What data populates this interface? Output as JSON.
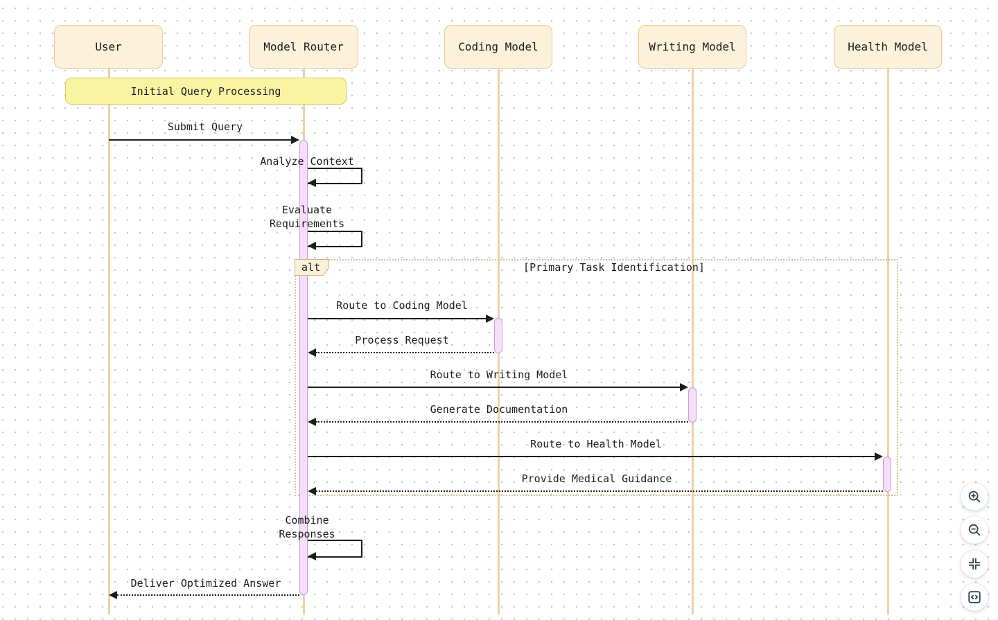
{
  "diagram": {
    "participants": [
      {
        "name": "User"
      },
      {
        "name": "Model Router"
      },
      {
        "name": "Coding Model"
      },
      {
        "name": "Writing Model"
      },
      {
        "name": "Health Model"
      }
    ],
    "note": {
      "text": "Initial Query Processing"
    },
    "alt_block": {
      "label": "alt",
      "condition": "[Primary Task Identification]"
    },
    "messages": [
      {
        "label": "Submit Query",
        "from": "User",
        "to": "Model Router",
        "style": "solid"
      },
      {
        "label": "Analyze Context",
        "from": "Model Router",
        "to": "Model Router",
        "style": "self"
      },
      {
        "label": "Evaluate Requirements",
        "from": "Model Router",
        "to": "Model Router",
        "style": "self"
      },
      {
        "label": "Route to Coding Model",
        "from": "Model Router",
        "to": "Coding Model",
        "style": "solid"
      },
      {
        "label": "Process Request",
        "from": "Coding Model",
        "to": "Model Router",
        "style": "dashed"
      },
      {
        "label": "Route to Writing Model",
        "from": "Model Router",
        "to": "Writing Model",
        "style": "solid"
      },
      {
        "label": "Generate Documentation",
        "from": "Writing Model",
        "to": "Model Router",
        "style": "dashed"
      },
      {
        "label": "Route to Health Model",
        "from": "Model Router",
        "to": "Health Model",
        "style": "solid"
      },
      {
        "label": "Provide Medical Guidance",
        "from": "Health Model",
        "to": "Model Router",
        "style": "dashed"
      },
      {
        "label": "Combine Responses",
        "from": "Model Router",
        "to": "Model Router",
        "style": "self"
      },
      {
        "label": "Deliver Optimized Answer",
        "from": "Model Router",
        "to": "User",
        "style": "dashed"
      }
    ],
    "colors": {
      "participant_fill": "#fcf1da",
      "participant_border": "#ebc894",
      "note_fill": "#f9f4a2",
      "note_border": "#d9ca5f",
      "lifeline": "#ecd2a6",
      "activation_fill": "#f6def9",
      "activation_border": "#cb9bdd",
      "alt_border": "#dcc08f",
      "arrow": "#1c1c1c",
      "dot_grid": "#b9c5e2",
      "control_icon": "#2f4256"
    }
  },
  "controls": {
    "buttons": [
      {
        "name": "zoom-in"
      },
      {
        "name": "zoom-out"
      },
      {
        "name": "fit-view"
      },
      {
        "name": "code-view"
      }
    ]
  }
}
